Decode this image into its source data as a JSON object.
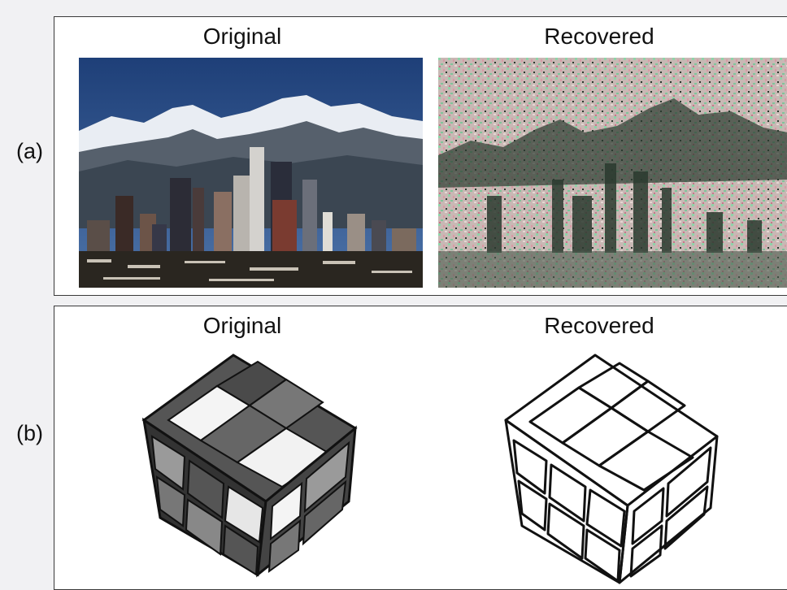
{
  "rows": [
    {
      "label": "(a)",
      "left_title": "Original",
      "right_title": "Recovered"
    },
    {
      "label": "(b)",
      "left_title": "Original",
      "right_title": "Recovered"
    }
  ],
  "colors": {
    "sky": "#2a4f8a",
    "snow": "#e8ecf2",
    "mountain_dark": "#3b4652",
    "noise_green": "#8fd3a8",
    "noise_pink": "#d89aa5",
    "noise_dark": "#2b3a2f",
    "cube_dark": "#4a4a4a",
    "cube_mid": "#9a9a9a",
    "cube_light": "#f4f4f4"
  }
}
